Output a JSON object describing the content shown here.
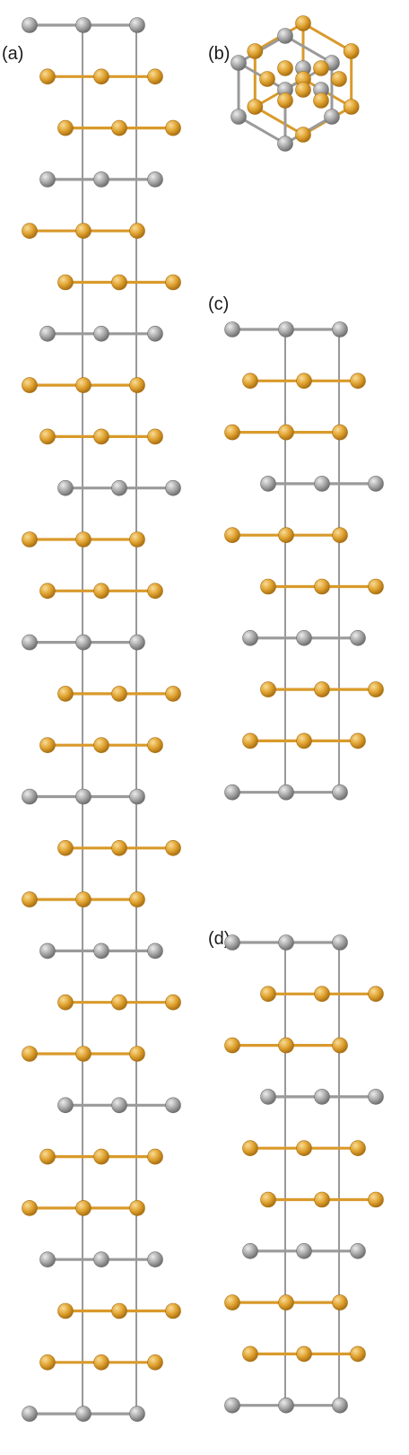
{
  "panels": [
    {
      "id": "a",
      "label": "(a)"
    },
    {
      "id": "b",
      "label": "(b)"
    },
    {
      "id": "c",
      "label": "(c)"
    },
    {
      "id": "d",
      "label": "(d)"
    }
  ],
  "elements": {
    "gray": {
      "color": "#a8a8a8",
      "dark": "#6e6e6e",
      "light": "#ececec",
      "bond": "#9a9a9a"
    },
    "gold": {
      "color": "#e0a22f",
      "dark": "#a86f12",
      "light": "#f8dc98",
      "bond": "#d99a2b"
    }
  },
  "stacking": {
    "a": [
      "gray",
      "gold",
      "gold",
      "gray",
      "gold",
      "gold",
      "gray",
      "gold",
      "gold",
      "gray",
      "gold",
      "gold",
      "gray",
      "gold",
      "gold",
      "gray",
      "gold",
      "gold",
      "gray",
      "gold",
      "gold",
      "gray",
      "gold",
      "gold",
      "gray",
      "gold",
      "gold",
      "gray"
    ],
    "c": [
      "gray",
      "gold",
      "gold",
      "gray",
      "gold",
      "gold",
      "gray",
      "gold",
      "gold",
      "gray"
    ],
    "d": [
      "gray",
      "gold",
      "gold",
      "gray",
      "gold",
      "gold",
      "gray",
      "gold",
      "gold",
      "gray"
    ]
  }
}
